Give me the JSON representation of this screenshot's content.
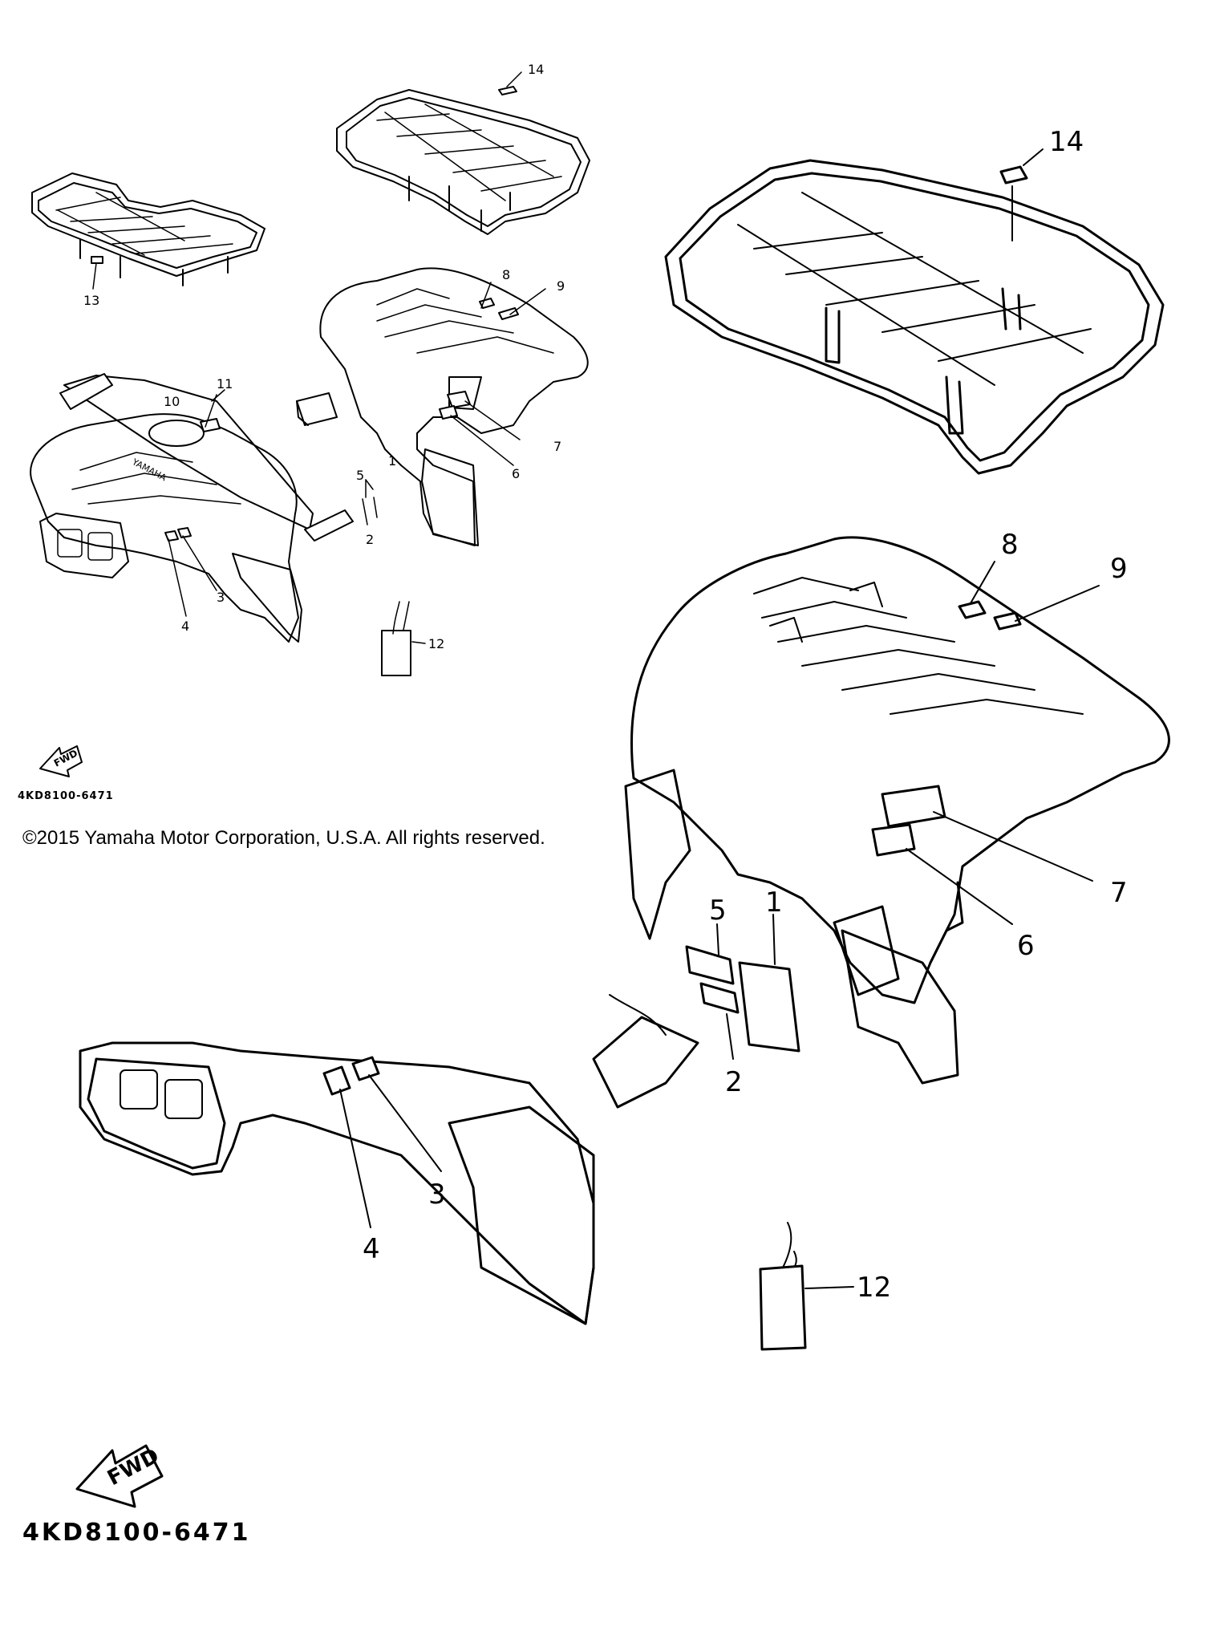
{
  "callouts": {
    "c1": "1",
    "c2": "2",
    "c3": "3",
    "c4": "4",
    "c5": "5",
    "c6": "6",
    "c7": "7",
    "c8": "8",
    "c9": "9",
    "c10": "10",
    "c11": "11",
    "c12": "12",
    "c13": "13",
    "c14": "14"
  },
  "part_code": "4KD8100-6471",
  "copyright": "©2015 Yamaha Motor Corporation, U.S.A. All rights reserved.",
  "fwd_label": "FWD",
  "fender_brand": "YAMAHA"
}
